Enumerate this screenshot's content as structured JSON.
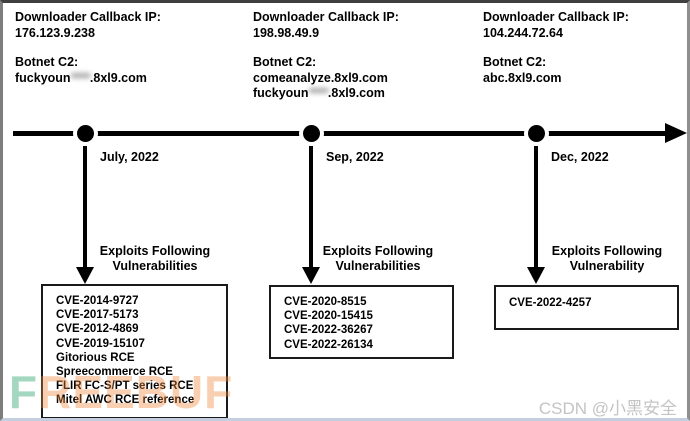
{
  "columns": [
    {
      "callback_label": "Downloader Callback IP:",
      "callback_ip": "176.123.9.238",
      "c2_label": "Botnet C2:",
      "c2_lines": [
        {
          "pre": "fuckyoun",
          "blur": "*****",
          "post": ".8xl9.com"
        }
      ],
      "date": "July, 2022",
      "exploits_line1": "Exploits Following",
      "exploits_line2": "Vulnerabilities",
      "cves": [
        "CVE-2014-9727",
        "CVE-2017-5173",
        "CVE-2012-4869",
        "CVE-2019-15107",
        "Gitorious RCE",
        "Spreecommerce RCE",
        "FLIR FC-S/PT series RCE",
        "Mitel AWC RCE reference"
      ]
    },
    {
      "callback_label": "Downloader Callback IP:",
      "callback_ip": "198.98.49.9",
      "c2_label": "Botnet C2:",
      "c2_lines": [
        {
          "pre": "comeanalyze",
          "blur": "",
          "post": ".8xl9.com"
        },
        {
          "pre": "fuckyoun",
          "blur": "*****",
          "post": ".8xl9.com"
        }
      ],
      "date": "Sep, 2022",
      "exploits_line1": "Exploits Following",
      "exploits_line2": "Vulnerabilities",
      "cves": [
        "CVE-2020-8515",
        "CVE-2020-15415",
        "CVE-2022-36267",
        "CVE-2022-26134"
      ]
    },
    {
      "callback_label": "Downloader Callback IP:",
      "callback_ip": "104.244.72.64",
      "c2_label": "Botnet C2:",
      "c2_lines": [
        {
          "pre": "abc",
          "blur": "",
          "post": ".8xl9.com"
        }
      ],
      "date": "Dec, 2022",
      "exploits_line1": "Exploits Following",
      "exploits_line2": "Vulnerability",
      "cves": [
        "CVE-2022-4257"
      ]
    }
  ],
  "watermarks": {
    "freebuf_first": "F",
    "freebuf_rest": "REEBUF",
    "csdn": "CSDN @小黑安全"
  },
  "colors": {
    "line": "#000000",
    "freebuf_green": "#1f9e63",
    "freebuf_orange": "#ef8a3e",
    "csdn_gray": "#c4c4c4"
  }
}
